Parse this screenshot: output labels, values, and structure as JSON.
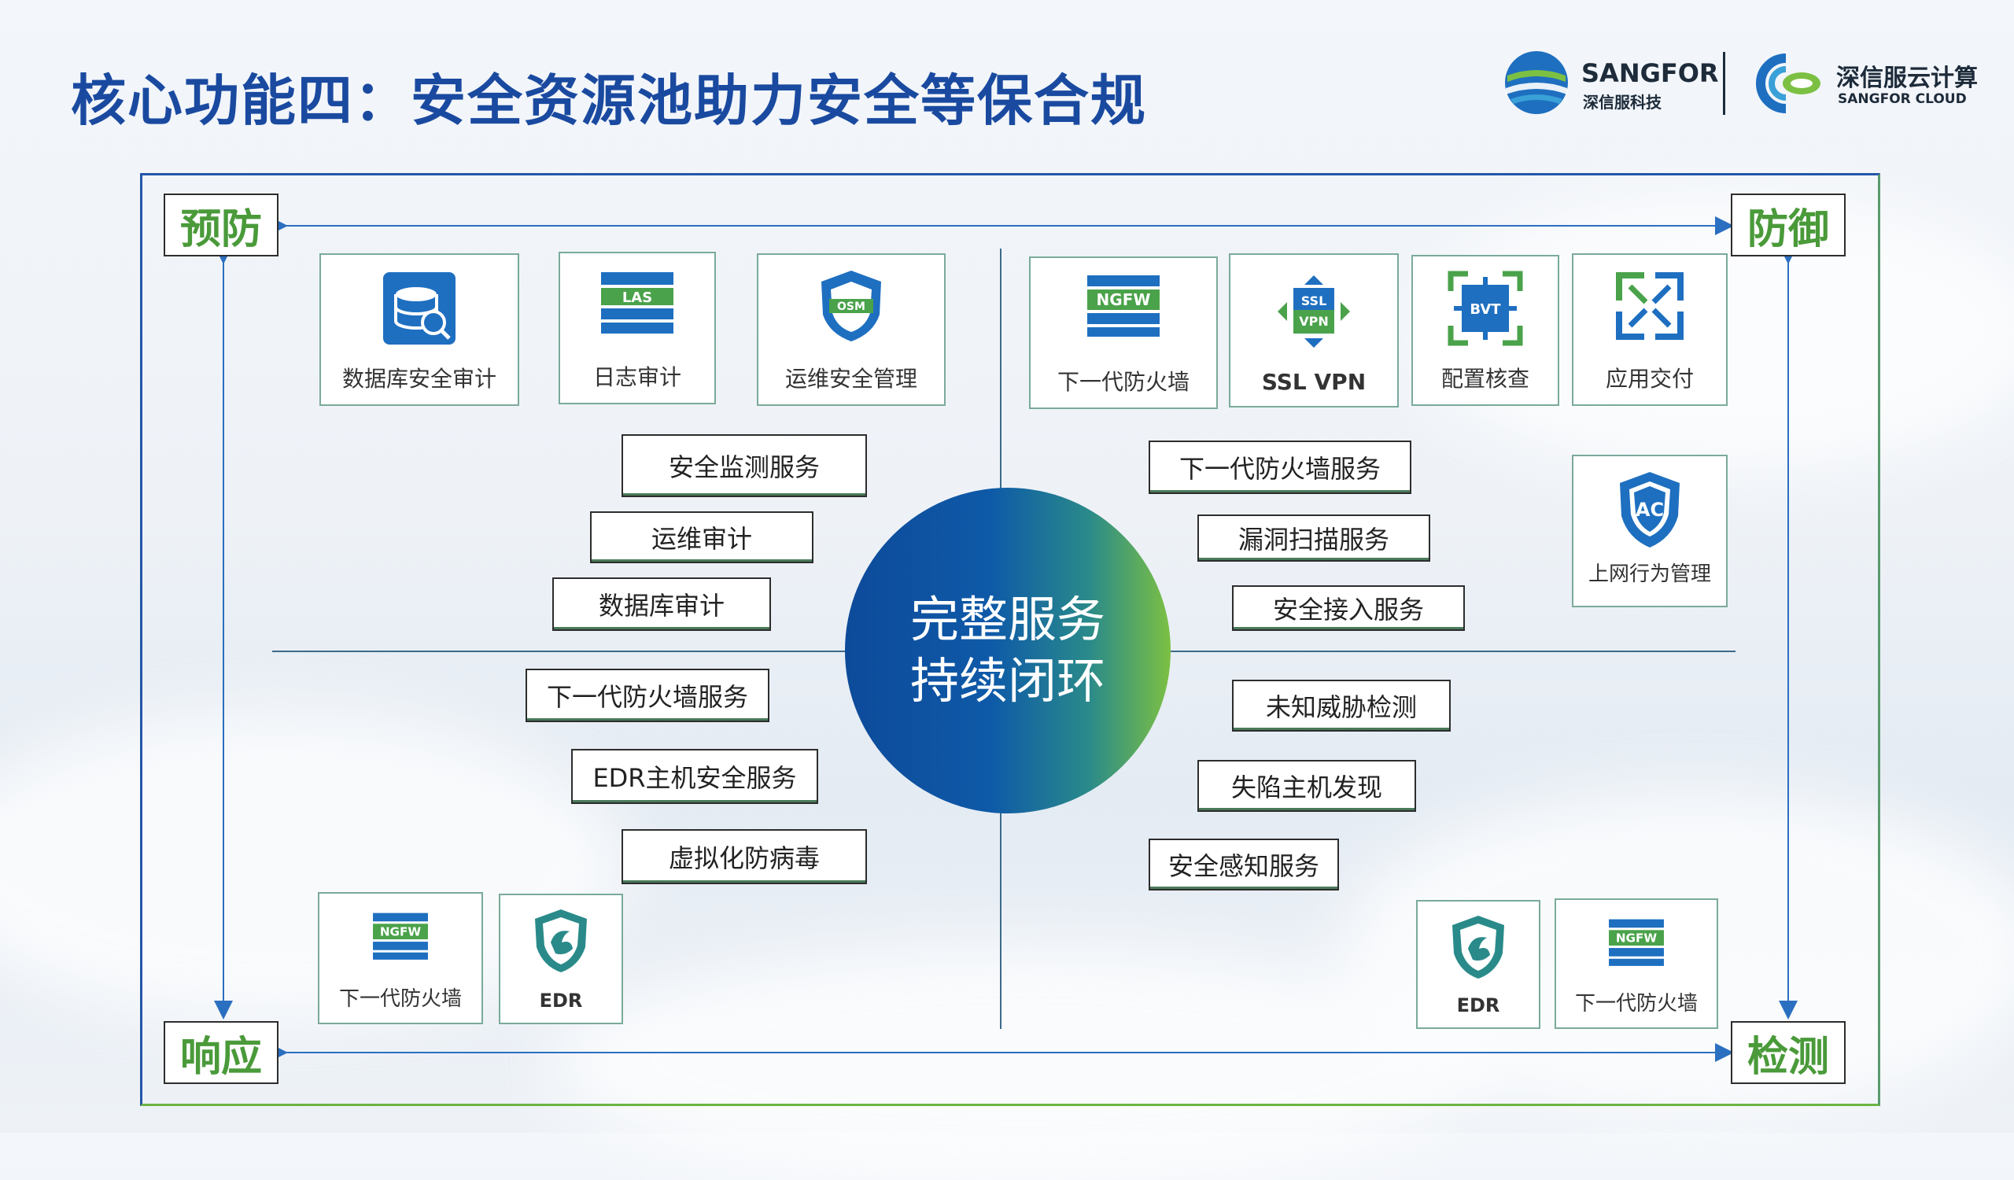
{
  "title": "核心功能四：安全资源池助力安全等保合规",
  "logos": {
    "sangfor": {
      "name": "SANGFOR",
      "sub": "深信服科技"
    },
    "cloud": {
      "name": "深信服云计算",
      "sub": "SANGFOR CLOUD"
    }
  },
  "corners": {
    "prevent": "预防",
    "defend": "防御",
    "respond": "响应",
    "detect": "检测"
  },
  "center": {
    "line1": "完整服务",
    "line2": "持续闭环"
  },
  "top_left_cards": [
    {
      "label": "数据库安全审计",
      "icon": "database-audit-icon"
    },
    {
      "label": "日志审计",
      "icon": "las-icon",
      "badge": "LAS"
    },
    {
      "label": "运维安全管理",
      "icon": "osm-icon",
      "badge": "OSM"
    }
  ],
  "top_right_cards": [
    {
      "label": "下一代防火墙",
      "icon": "ngfw-icon",
      "badge": "NGFW"
    },
    {
      "label": "SSL VPN",
      "icon": "ssl-vpn-icon",
      "badge1": "SSL",
      "badge2": "VPN"
    },
    {
      "label": "配置核查",
      "icon": "bvt-icon",
      "badge": "BVT"
    },
    {
      "label": "应用交付",
      "icon": "app-delivery-icon"
    }
  ],
  "ac_card": {
    "label": "上网行为管理",
    "badge": "AC"
  },
  "bottom_left_cards": [
    {
      "label": "下一代防火墙",
      "badge": "NGFW"
    },
    {
      "label": "EDR"
    }
  ],
  "bottom_right_cards": [
    {
      "label": "EDR"
    },
    {
      "label": "下一代防火墙",
      "badge": "NGFW"
    }
  ],
  "services_top_left": [
    "安全监测服务",
    "运维审计",
    "数据库审计"
  ],
  "services_top_right": [
    "下一代防火墙服务",
    "漏洞扫描服务",
    "安全接入服务"
  ],
  "services_bottom_left": [
    "下一代防火墙服务",
    "EDR主机安全服务",
    "虚拟化防病毒"
  ],
  "services_bottom_right": [
    "未知威胁检测",
    "失陷主机发现",
    "安全感知服务"
  ],
  "colors": {
    "title": "#1a4aa0",
    "corner_text": "#4a9a3a",
    "frame": "#2456a8",
    "accent_green": "#7cc043"
  }
}
